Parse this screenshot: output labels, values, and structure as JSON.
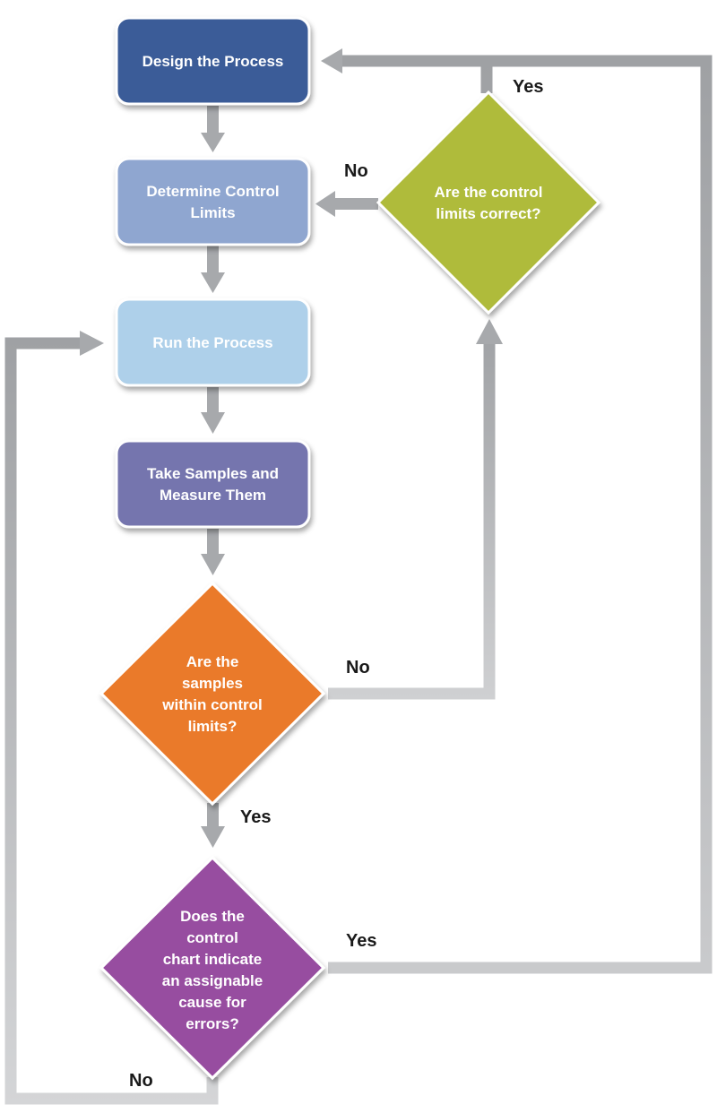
{
  "nodes": {
    "design": {
      "lines": [
        "Design the Process"
      ],
      "color": "#3b5b98"
    },
    "determine": {
      "lines": [
        "Determine Control",
        "Limits"
      ],
      "color": "#8fa6d0"
    },
    "run": {
      "lines": [
        "Run the Process"
      ],
      "color": "#aed0ea"
    },
    "take": {
      "lines": [
        "Take Samples and",
        "Measure Them"
      ],
      "color": "#7575ae"
    },
    "within": {
      "lines": [
        "Are the",
        "samples",
        "within control",
        "limits?"
      ],
      "color": "#ea7a2a"
    },
    "correct": {
      "lines": [
        "Are the control",
        "limits correct?"
      ],
      "color": "#afbb3b"
    },
    "assignable": {
      "lines": [
        "Does the",
        "control",
        "chart indicate",
        "an assignable",
        "cause for",
        "errors?"
      ],
      "color": "#974ea0"
    }
  },
  "labels": {
    "correct_yes": "Yes",
    "correct_no": "No",
    "within_no": "No",
    "within_yes": "Yes",
    "assignable_yes": "Yes",
    "assignable_no": "No"
  },
  "colors": {
    "arrow": "#a7a9ac"
  }
}
